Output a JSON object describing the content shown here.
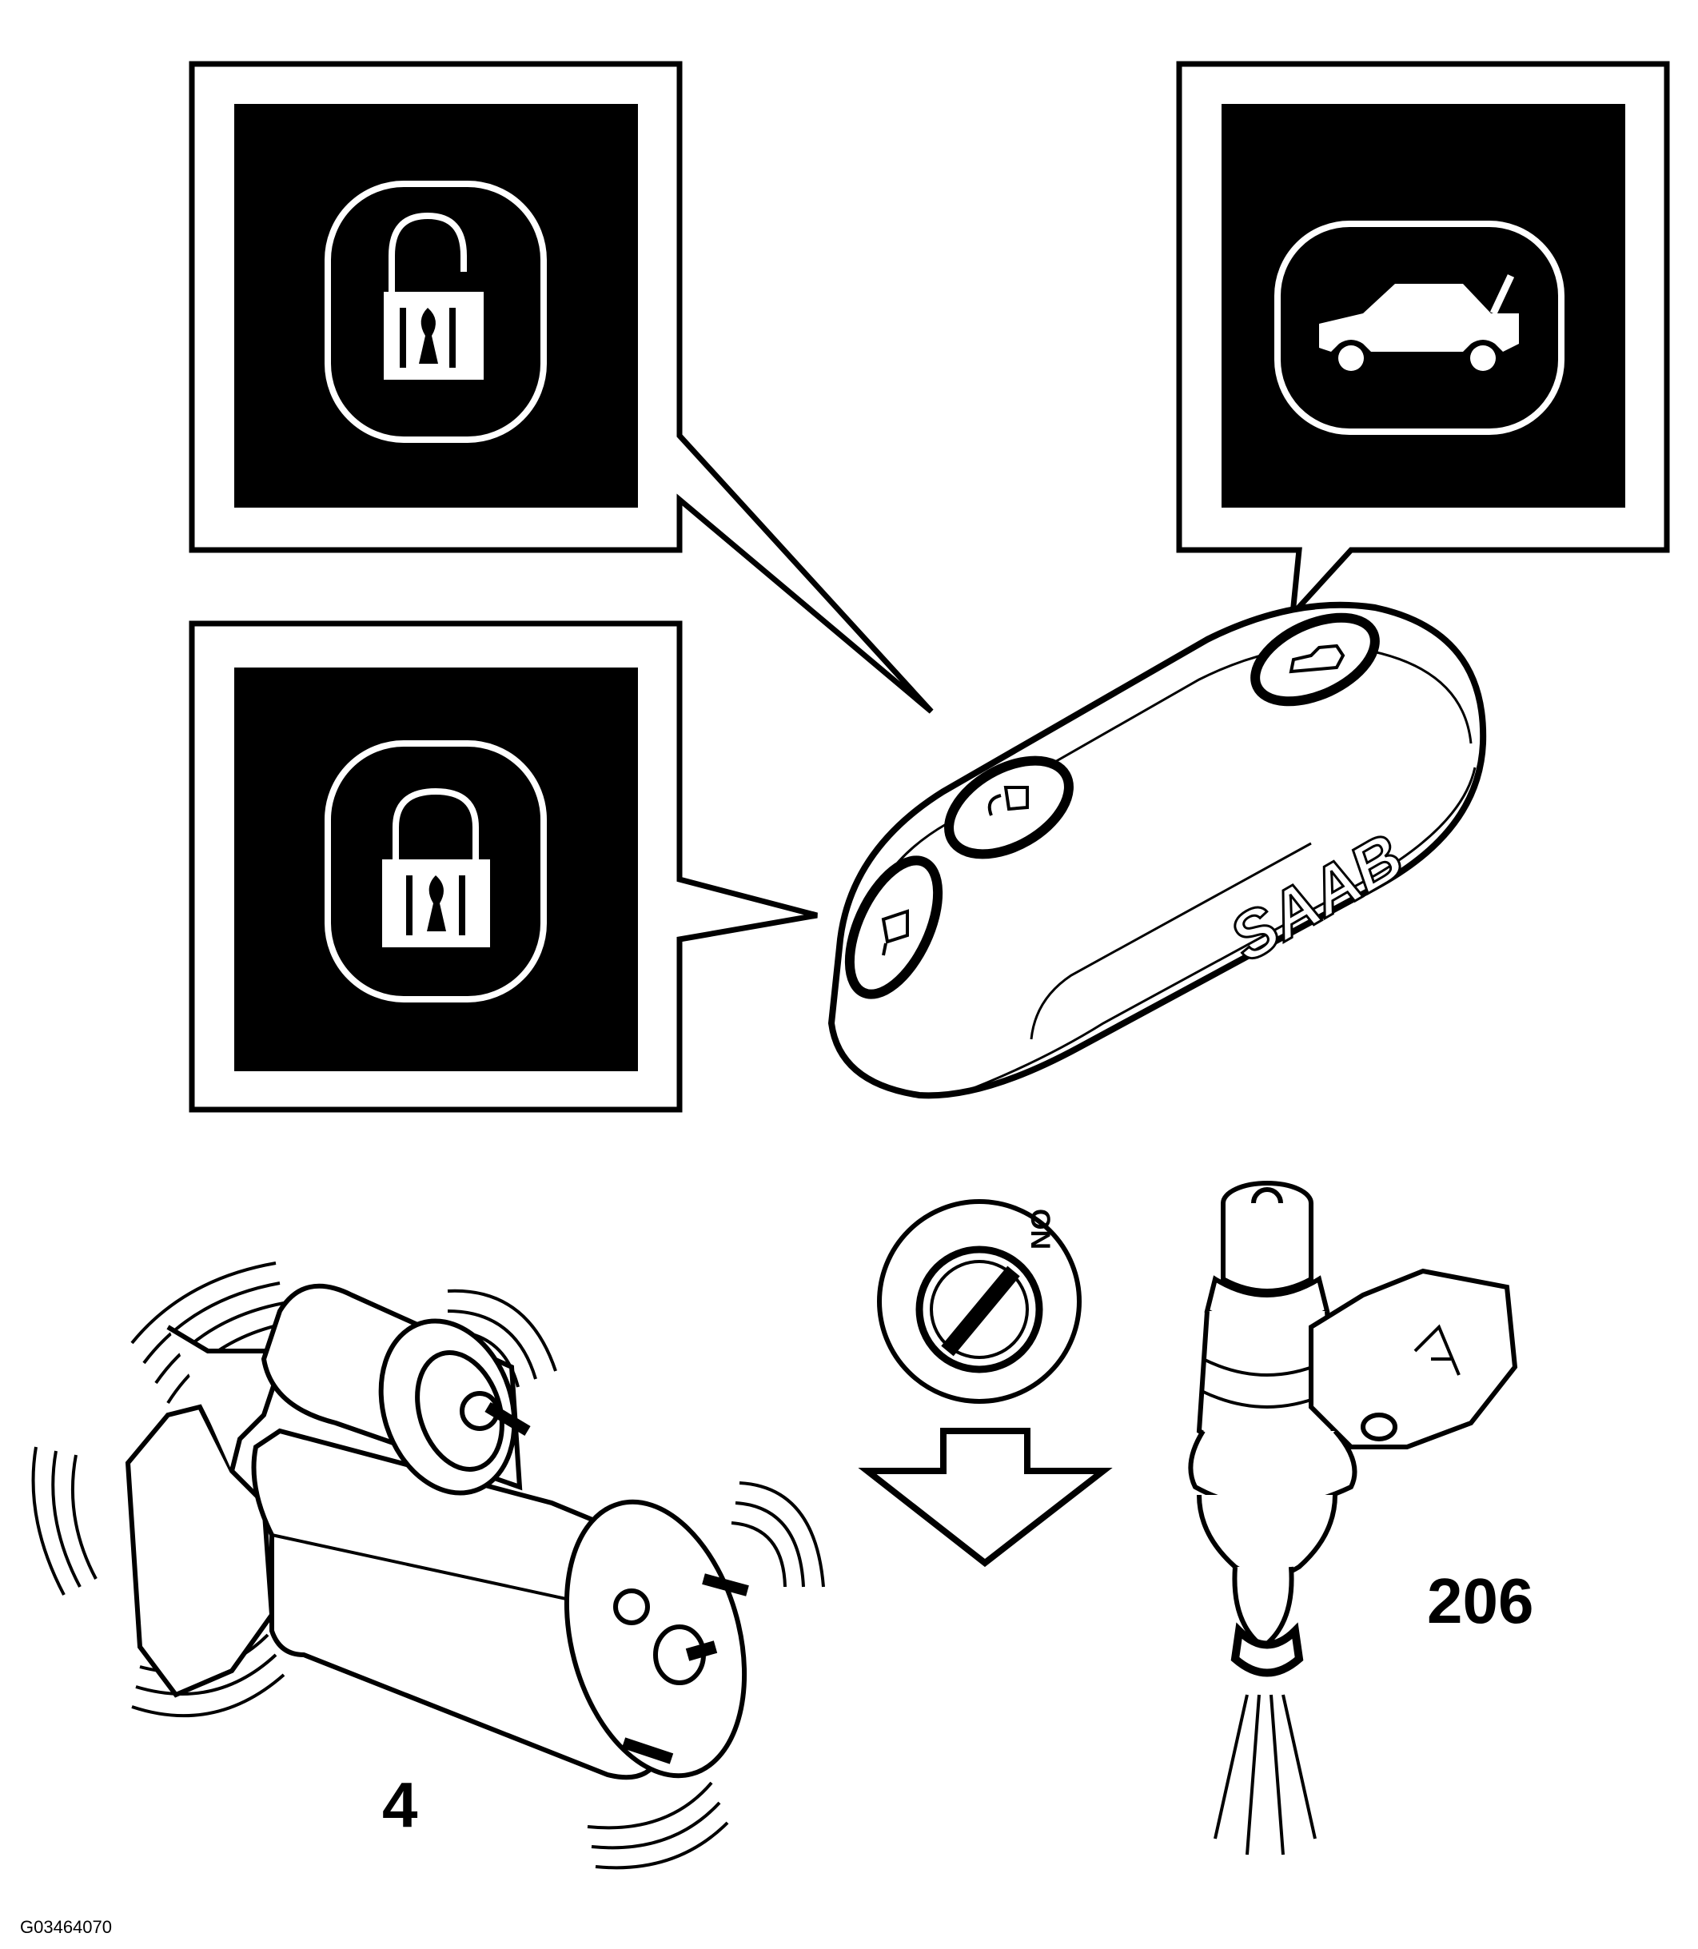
{
  "callouts": {
    "starter_motor": "4",
    "fuel_injector": "206"
  },
  "key_fob": {
    "brand": "SAAB"
  },
  "ignition": {
    "position": "ON"
  },
  "figure_code": "G03464070",
  "icons": {
    "unlock": "padlock-open-icon",
    "lock": "padlock-closed-icon",
    "trunk": "car-trunk-icon"
  },
  "colors": {
    "line": "#000000",
    "panel": "#000000",
    "background": "#ffffff"
  }
}
